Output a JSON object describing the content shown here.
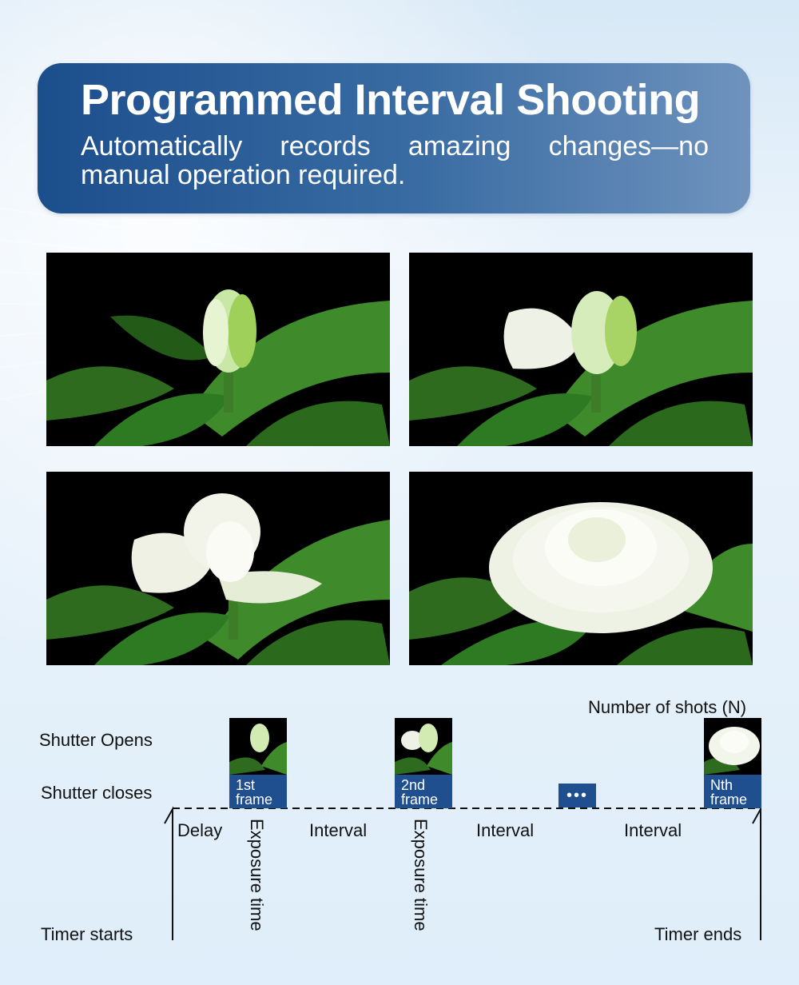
{
  "header": {
    "title": "Programmed Interval Shooting",
    "subtitle": "Automatically records amazing changes—no manual operation required."
  },
  "photos": [
    {
      "stage": "bud"
    },
    {
      "stage": "opening"
    },
    {
      "stage": "half-open"
    },
    {
      "stage": "full bloom"
    }
  ],
  "diagram": {
    "shutter_opens": "Shutter Opens",
    "shutter_closes": "Shutter closes",
    "timer_starts": "Timer starts",
    "timer_ends": "Timer ends",
    "number_of_shots": "Number of shots (N)",
    "delay": "Delay",
    "exposure_time_1": "Exposure time",
    "exposure_time_2": "Exposure time",
    "interval_1": "Interval",
    "interval_2": "Interval",
    "interval_3": "Interval",
    "frame_1": "1st frame",
    "frame_2": "2nd frame",
    "frame_n": "Nth frame",
    "ellipsis": "•••"
  },
  "colors": {
    "banner_dark": "#1b4e8c",
    "banner_light": "#6f93bd",
    "frame_tag": "#1f4f8f"
  }
}
